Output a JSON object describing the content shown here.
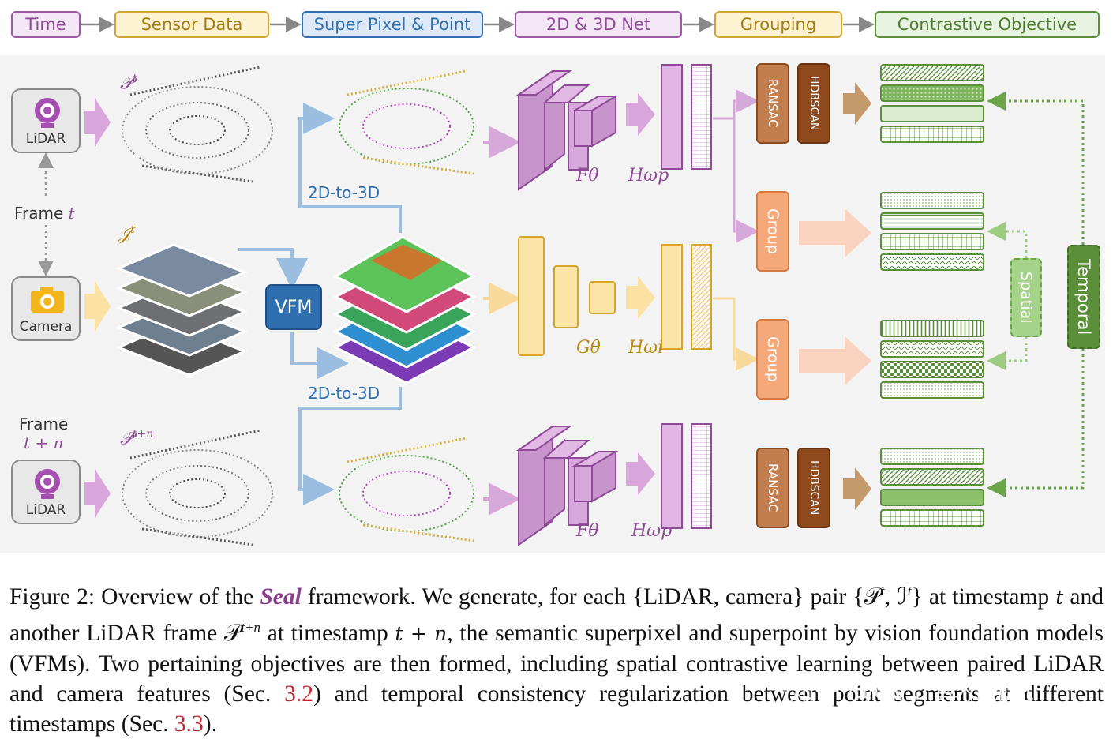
{
  "headers": {
    "time": "Time",
    "sensor": "Sensor Data",
    "superpixel": "Super Pixel & Point",
    "net": "2D & 3D Net",
    "grouping": "Grouping",
    "contrastive": "Contrastive Objective"
  },
  "left": {
    "lidar1": "LiDAR",
    "frame_t_prefix": "Frame ",
    "frame_t_var": "t",
    "camera": "Camera",
    "frame_tn_line1": "Frame",
    "frame_tn_line2": "t + n",
    "lidar2": "LiDAR"
  },
  "math": {
    "pt": "𝒫",
    "pt_sup": "t",
    "it": "𝒥",
    "it_sup": "t",
    "ptn": "𝒫",
    "ptn_sup": "t+n",
    "f_theta_top": "Fθ",
    "h_wp_top": "Hωp",
    "g_theta": "Gθ",
    "h_wi": "Hωi",
    "f_theta_bot": "Fθ",
    "h_wp_bot": "Hωp"
  },
  "labels": {
    "vfm": "VFM",
    "two_d_to_three_d_top": "2D-to-3D",
    "two_d_to_three_d_bot": "2D-to-3D",
    "ransac_top": "RANSAC",
    "hdbscan_top": "HDBSCAN",
    "group_top": "Group",
    "group_bot": "Group",
    "ransac_bot": "RANSAC",
    "hdbscan_bot": "HDBSCAN",
    "spatial": "Spatial",
    "temporal": "Temporal"
  },
  "caption": {
    "p1": "Figure 2: Overview of the ",
    "seal": "Seal",
    "p2": " framework. We generate, for each {LiDAR, camera} pair {𝒫",
    "p3": ", ℐ",
    "p4": "} at timestamp ",
    "p5": " and another LiDAR frame 𝒫",
    "p6": " at timestamp ",
    "p7": ", the semantic superpixel and superpoint by vision foundation models (VFMs). Two pertaining objectives are then formed, including spatial contrastive learning between paired LiDAR and camera features (Sec. ",
    "ref1": "3.2",
    "p8": ") and temporal consistency regularization between point segments at different timestamps (Sec. ",
    "ref2": "3.3",
    "p9": ").",
    "sup_t": "t",
    "sup_tn": "t+n",
    "var_t": "t",
    "var_tn": "t + n"
  },
  "watermark": "知乎 @CV计算机视觉",
  "colors": {
    "purple": "#c79ccb",
    "purple_dark": "#8e4a96",
    "yellow": "#fbe4a8",
    "yellow_dark": "#d6a62a",
    "blue": "#2f6fb0",
    "green": "#5b8f3a",
    "brown": "#c37e4f",
    "brown_dark": "#8e4a1c"
  }
}
